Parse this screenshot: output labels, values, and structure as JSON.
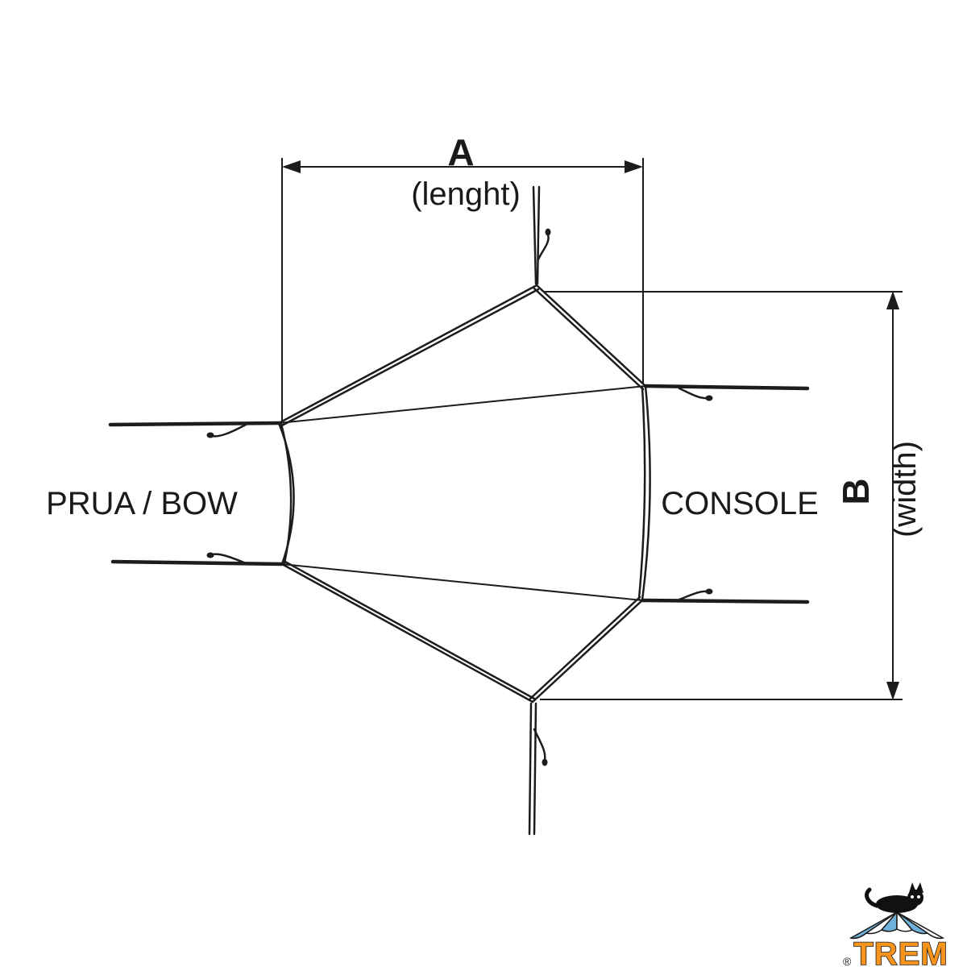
{
  "diagram": {
    "dim_a": {
      "label": "A",
      "sub": "(lenght)"
    },
    "dim_b": {
      "label": "B",
      "sub": "(width)"
    },
    "left_label": "PRUA / BOW",
    "right_label": "CONSOLE"
  },
  "logo": {
    "brand": "TREM",
    "registered": "®",
    "mascot": "cat-mascot-icon",
    "colors": {
      "brand_orange": "#f7941d",
      "outline": "#1a1a1a",
      "stripe_blue": "#6fb1d9",
      "stripe_white": "#ffffff"
    }
  },
  "colors": {
    "line": "#1c1c1c",
    "background": "#ffffff"
  }
}
